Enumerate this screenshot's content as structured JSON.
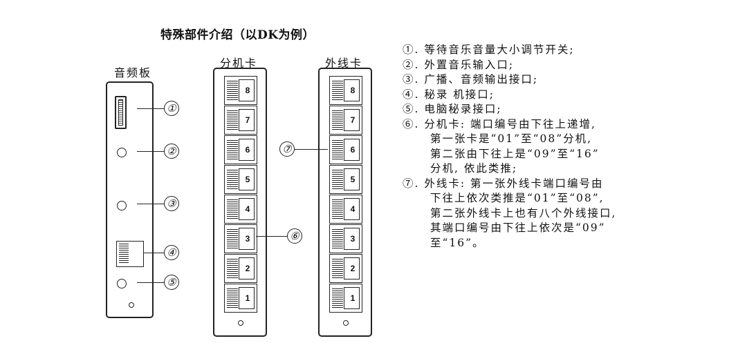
{
  "title": "特殊部件介绍（以DK为例）",
  "audio_board": {
    "label": "音频板",
    "callouts": [
      "①",
      "②",
      "③",
      "④",
      "⑤"
    ]
  },
  "extension_card": {
    "label": "分机卡",
    "ports": [
      "8",
      "7",
      "6",
      "5",
      "4",
      "3",
      "2",
      "1"
    ],
    "callout": "⑥"
  },
  "trunk_card": {
    "label": "外线卡",
    "ports": [
      "8",
      "7",
      "6",
      "5",
      "4",
      "3",
      "2",
      "1"
    ],
    "callout": "⑦"
  },
  "descriptions": [
    "①. 等待音乐音量大小调节开关;",
    "②. 外置音乐输入口;",
    "③. 广播、音频输出接口;",
    "④. 秘录 机接口;",
    "⑤. 电脑秘录接口;",
    "⑥. 分机卡: 端口编号由下往上递增,",
    "第一张卡是“01”至“08”分机,",
    "第二张由下往上是“09”至“16”",
    "分机, 依此类推;",
    "⑦. 外线卡: 第一张外线卡端口编号由",
    "下往上依次类推是“01”至“08”,",
    "第二张外线卡上也有八个外线接口,",
    "其端口编号由下往上依次是“09”",
    "至“16”。"
  ]
}
